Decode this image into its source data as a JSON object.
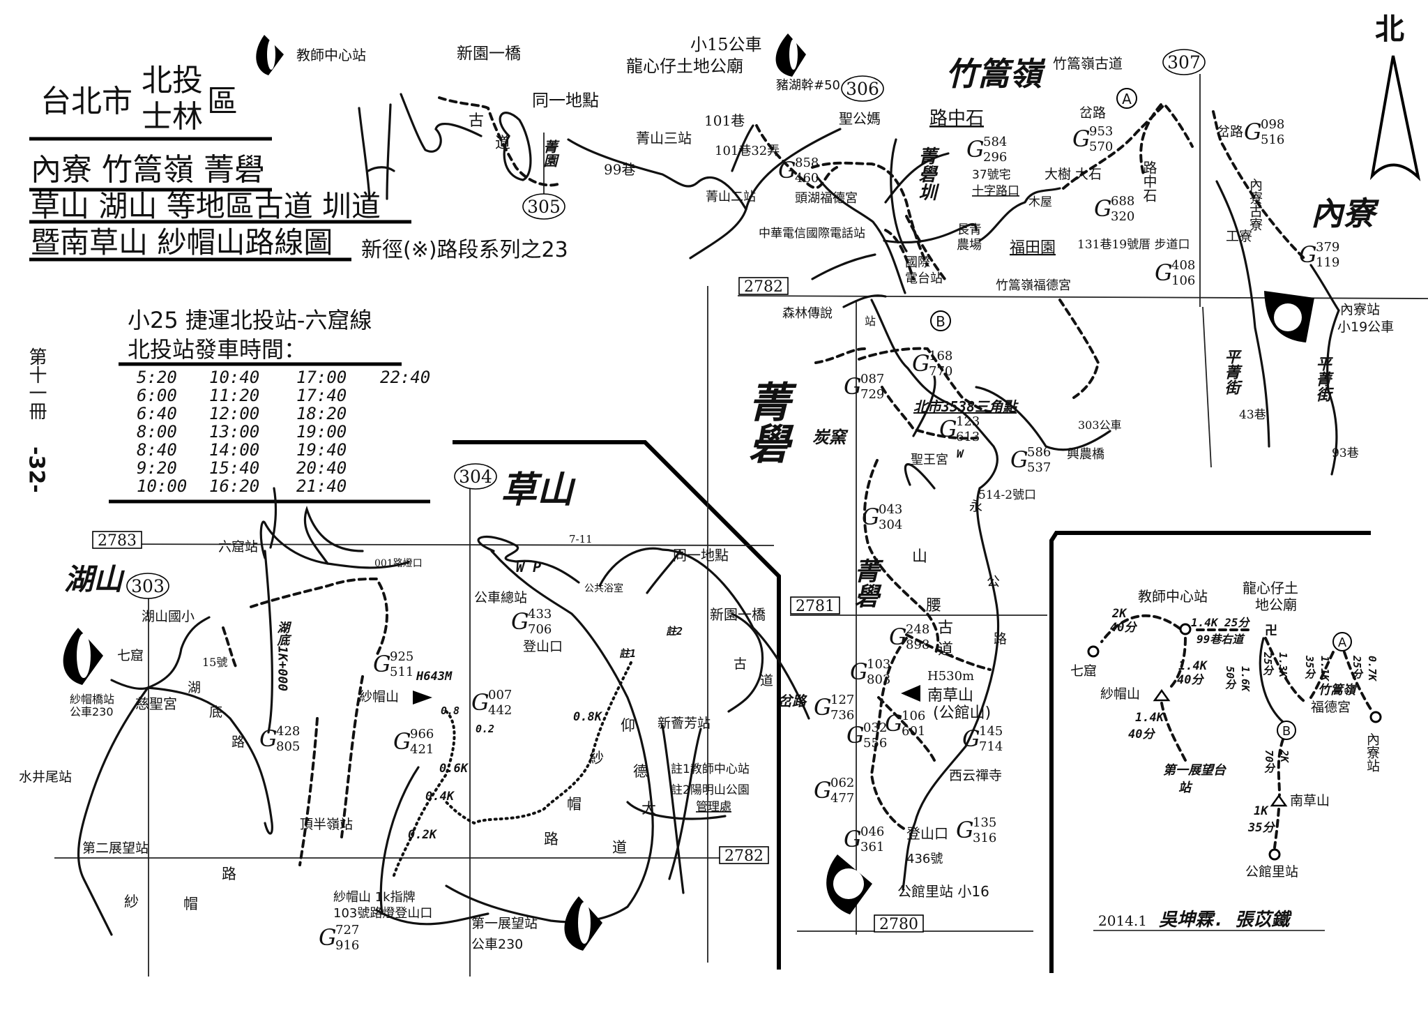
{
  "title": {
    "city": "台北市",
    "district_1": "北投",
    "district_2": "士林",
    "district_suffix": "區",
    "line1": "內寮 竹篙嶺 菁礐",
    "line2": "草山 湖山 等地區古道 圳道",
    "line3": "暨南草山 紗帽山路線圖",
    "series": "新徑(※)路段系列之23"
  },
  "volume": {
    "label": "第十一冊",
    "page": "-32-"
  },
  "north": "北",
  "schedule": {
    "route": "小25 捷運北投站-六窟線",
    "heading": "北投站發車時間：",
    "columns": [
      [
        "5:20",
        "6:00",
        "6:40",
        "8:00",
        "8:40",
        "9:20",
        "10:00"
      ],
      [
        "10:40",
        "11:20",
        "12:00",
        "13:00",
        "14:00",
        "15:40",
        "16:20"
      ],
      [
        "17:00",
        "17:40",
        "18:20",
        "19:00",
        "19:40",
        "20:40",
        "21:40"
      ],
      [
        "22:40"
      ]
    ]
  },
  "route_numbers": {
    "r303": "303",
    "r304": "304",
    "r305": "305",
    "r306": "306",
    "r307": "307"
  },
  "grid": {
    "g2780": "2780",
    "g2781": "2781",
    "g2782a": "2782",
    "g2782b": "2782",
    "g2783": "2783"
  },
  "markers": {
    "a": "A",
    "b": "B"
  },
  "regions": {
    "zhuhuangling": "竹篙嶺",
    "neiliao": "內寮",
    "jingque": "菁礐",
    "caoshan": "草山",
    "hushan": "湖山"
  },
  "places": {
    "teacher_center": "教師中心站",
    "xinyuan_bridge_1": "新園一橋",
    "same_point_1": "同一地點",
    "gu_1": "古",
    "dao_1": "道",
    "jingyuan": "菁園",
    "lane99": "99巷",
    "jingshan3": "菁山三站",
    "jingshan2": "菁山二站",
    "lane101": "101巷",
    "lane101_32": "101巷32弄",
    "bus15": "小15公車",
    "longxin_temple": "龍心仔土地公廟",
    "zhuhu": "豬湖幹#50",
    "shenggongma": "聖公媽",
    "touhu_temple": "頭湖福德宮",
    "luzhongshi_1": "路中石",
    "jingque_canal": "菁礐圳",
    "cht_station": "中華電信國際電話站",
    "changqing_1": "長青",
    "changqing_2": "農場",
    "futian": "福田園",
    "guoji_1": "國際",
    "guoji_2": "電台站",
    "zhuhuang_temple": "竹篙嶺福德宮",
    "senlin": "森林傳說",
    "zhan": "站",
    "house37": "37號宅",
    "crossroad": "十字路口",
    "muwu": "木屋",
    "bigtree": "大樹 大石",
    "zhuhuang_old_trail": "竹篙嶺古道",
    "fork_1": "岔路",
    "luzhongshi_2": "路中石",
    "lane131": "131巷19號厝 步道口",
    "fork_2": "岔路",
    "neiliao_old_trail": "內寮古寮",
    "gongliao": "工寮",
    "neiliao_station": "內寮站",
    "bus19": "小19公車",
    "pingjing_43": "平菁街",
    "lane43": "43巷",
    "pingjing_93": "平菁街",
    "lane93": "93巷",
    "bus303": "303公車",
    "xingnong_bridge": "興農橋",
    "shengwang_temple": "聖王宮",
    "no514": "514-2號口",
    "tanyao": "炭窯",
    "yong": "永",
    "gong": "公",
    "lu": "路",
    "shan": "山",
    "yao": "腰",
    "gu_2": "古",
    "dao_2": "道",
    "jingque_2": "菁礐",
    "triangulation": "北市3538三角點",
    "h530": "H530m",
    "nancaoshan": "南草山",
    "gongguanshan": "(公館山)",
    "fork_3": "岔路",
    "xiyun_temple": "西云禪寺",
    "trailhead_1": "登山口",
    "no436": "436號",
    "gongguanli": "公館里站 小16",
    "liuku_station": "六窟站",
    "hushan_school": "湖山國小",
    "qiku": "七窟",
    "no15": "15號",
    "cisheng_temple": "慈聖宮",
    "shamao_bridge": "紗帽橋站",
    "bus230_1": "公車230",
    "hu": "湖",
    "di": "底",
    "lu_2": "路",
    "shuijingwei": "水井尾站",
    "second_view": "第二展望站",
    "sha_1": "紗",
    "mao_1": "帽",
    "lu_3": "路",
    "dingbanling": "頂半嶺站",
    "hudi_trail": "湖底1K+000",
    "sign1k": "紗帽山 1k指牌",
    "lamp103": "103號路燈登山口",
    "first_view": "第一展望站",
    "bus230_2": "公車230",
    "shamaoshan": "紗帽山",
    "h643": "H643M",
    "lamp001": "001路燈口",
    "bus_terminal": "公車總站",
    "seven11": "7-11",
    "same_point_2": "同一地點",
    "public_bath": "公共浴室",
    "trailhead_2": "登山口",
    "xinyuan_bridge_2": "新園一橋",
    "gu_3": "古",
    "dao_3": "道",
    "xinjifang": "新薈芳站",
    "note1": "註1教師中心站",
    "note2": "註2陽明山公園",
    "note2b": "管理處",
    "zhu1": "註1",
    "zhu2": "註2",
    "sha_2": "紗",
    "mao_2": "帽",
    "lu_4": "路",
    "yang": "仰",
    "de": "德",
    "da": "大",
    "dao_4": "道",
    "wp": "W P",
    "w_toilet": "W",
    "d08k": "0.8K",
    "d08": "0.8",
    "d02": "0.2",
    "d06k": "0.6K",
    "d04k": "0.4K",
    "d02k": "0.2K"
  },
  "gps": {
    "g858": [
      "858",
      "460"
    ],
    "g584": [
      "584",
      "296"
    ],
    "g953": [
      "953",
      "570"
    ],
    "g098": [
      "098",
      "516"
    ],
    "g688": [
      "688",
      "320"
    ],
    "g408": [
      "408",
      "106"
    ],
    "g379": [
      "379",
      "119"
    ],
    "g168": [
      "168",
      "770"
    ],
    "g087": [
      "087",
      "729"
    ],
    "g123": [
      "123",
      "613"
    ],
    "g586": [
      "586",
      "537"
    ],
    "g043": [
      "043",
      "304"
    ],
    "g248": [
      "248",
      "898"
    ],
    "g103": [
      "103",
      "803"
    ],
    "g127": [
      "127",
      "736"
    ],
    "g106": [
      "106",
      "601"
    ],
    "g032": [
      "032",
      "556"
    ],
    "g145": [
      "145",
      "714"
    ],
    "g062": [
      "062",
      "477"
    ],
    "g135": [
      "135",
      "316"
    ],
    "g046": [
      "046",
      "361"
    ],
    "g433": [
      "433",
      "706"
    ],
    "g925": [
      "925",
      "511"
    ],
    "g007": [
      "007",
      "442"
    ],
    "g966": [
      "966",
      "421"
    ],
    "g727": [
      "727",
      "916"
    ],
    "g428": [
      "428",
      "805"
    ]
  },
  "summary": {
    "teacher_center": "教師中心站",
    "longxin_1": "龍心仔土",
    "longxin_2": "地公廟",
    "qiku": "七窟",
    "shamaoshan": "紗帽山",
    "neiliao_station": "內寮站",
    "zhuhuang_1": "竹篙嶺",
    "zhuhuang_2": "福德宮",
    "nancaoshan": "南草山",
    "gongguanli": "公館里站",
    "first_view_1": "第一展望台",
    "first_view_2": "站",
    "marker_a": "A",
    "marker_b": "B",
    "seg_qiku": [
      "2K",
      "40分"
    ],
    "seg_longxin": [
      "1.4K 25分",
      "99巷右道"
    ],
    "seg_shamao": [
      "1.4K",
      "40分"
    ],
    "seg_firstview": [
      "1.4K",
      "40分"
    ],
    "seg_b_long": [
      "1.6K",
      "50分"
    ],
    "seg_zhuhuang": [
      "1.3K",
      "25分"
    ],
    "seg_a": [
      "1.1K",
      "35分"
    ],
    "seg_neiliao": [
      "0.7K",
      "25分"
    ],
    "seg_nancao": [
      "2K",
      "70分"
    ],
    "seg_gongguan": [
      "1K",
      "35分"
    ]
  },
  "credit": {
    "date": "2014.1",
    "authors": "吳坤霖. 張苡鐵"
  }
}
